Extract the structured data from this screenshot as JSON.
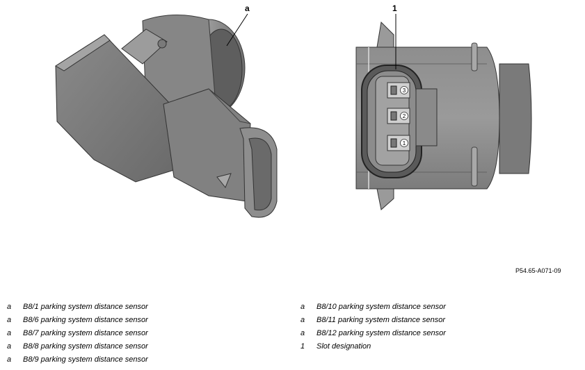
{
  "callouts": {
    "a": "a",
    "one": "1"
  },
  "pin_numbers": [
    "3",
    "2",
    "1"
  ],
  "figure_id": "P54.65-A071-09",
  "legend_left": [
    {
      "key": "a",
      "text": "B8/1 parking system distance sensor"
    },
    {
      "key": "a",
      "text": "B8/6 parking system distance sensor"
    },
    {
      "key": "a",
      "text": "B8/7 parking system distance sensor"
    },
    {
      "key": "a",
      "text": "B8/8 parking system distance sensor"
    },
    {
      "key": "a",
      "text": "B8/9 parking system distance sensor"
    }
  ],
  "legend_right": [
    {
      "key": "a",
      "text": "B8/10 parking system distance sensor"
    },
    {
      "key": "a",
      "text": "B8/11 parking system distance sensor"
    },
    {
      "key": "a",
      "text": "B8/12 parking system distance sensor"
    },
    {
      "key": "1",
      "text": "Slot designation"
    }
  ]
}
